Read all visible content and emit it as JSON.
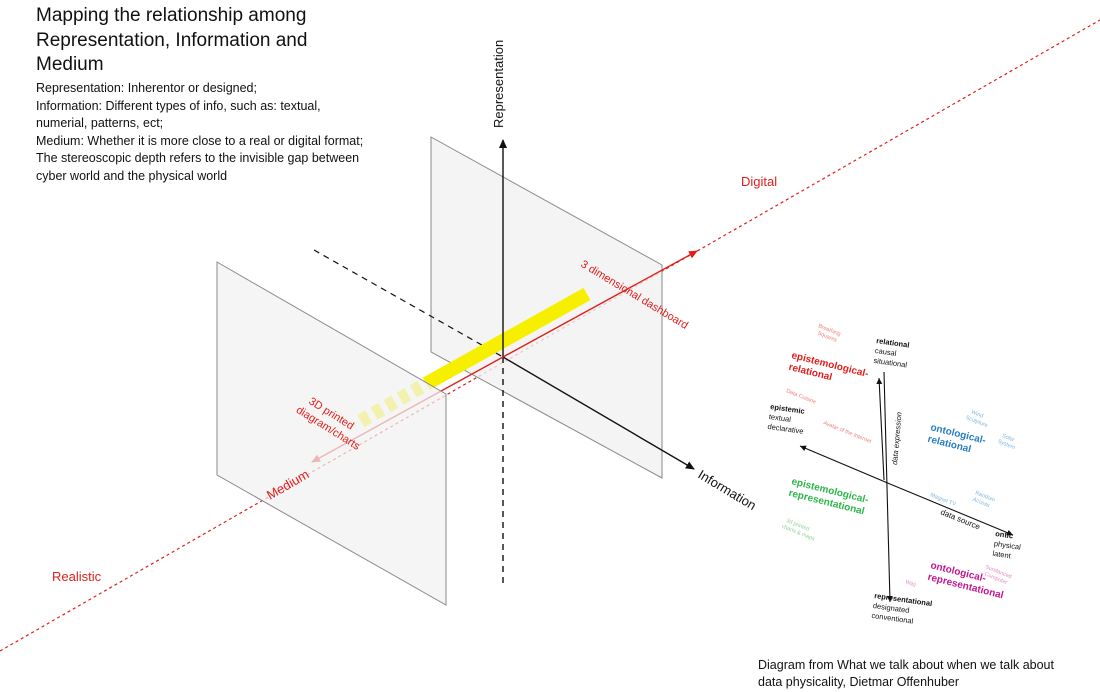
{
  "title": "Mapping the relationship among Representation, Information and Medium",
  "description": "Representation: Inherentor or designed;\nInformation: Different types of info, such as: textual, numerial, patterns, ect;\nMedium: Whether it is more close to a real or digital format; The stereoscopic depth refers to the invisible gap between cyber world and the physical world",
  "caption": "Diagram from What we talk about when we talk about data physicality, Dietmar Offenhuber",
  "axes": {
    "representation": "Representation",
    "information": "Information",
    "medium": "Medium",
    "digital": "Digital",
    "realistic": "Realistic"
  },
  "markers": {
    "dashboard": "3 dimensional dashboard",
    "printed_line1": "3D printed",
    "printed_line2": "diagram/charts"
  },
  "colors": {
    "red": "#e0201c",
    "yellow": "#f6f000",
    "plane_fill": "#f1f1f1",
    "plane_stroke": "#8a8a8a",
    "green": "#2db84a",
    "blue": "#2a7fc2",
    "magenta": "#c2188f"
  },
  "inset": {
    "vertical_axis": "data expression",
    "horizontal_axis": "data source",
    "top_label": {
      "title": "relational",
      "sub1": "causal",
      "sub2": "situational"
    },
    "bottom_label": {
      "title": "representational",
      "sub1": "designated",
      "sub2": "conventional"
    },
    "left_label": {
      "title": "epistemic",
      "sub1": "textual",
      "sub2": "declarative"
    },
    "right_label": {
      "title": "ontic",
      "sub1": "physical",
      "sub2": "latent"
    },
    "quadrants": {
      "epistemological_relational": [
        "epistemological-",
        "relational"
      ],
      "ontological_relational": [
        "ontological-",
        "relational"
      ],
      "epistemological_representational": [
        "epistemological-",
        "representational"
      ],
      "ontological_representational": [
        "ontological-",
        "representational"
      ]
    },
    "examples": {
      "breathing": [
        "Breathing",
        "Squares"
      ],
      "data_cuisine": "Data Cuisine",
      "avatar": "Avatar of the Internet",
      "wind": [
        "Wind",
        "Sculpture"
      ],
      "solar": [
        "Solar",
        "System"
      ],
      "magnet": "Magnet TV",
      "random": [
        "Random",
        "Access"
      ],
      "printed_charts": [
        "3d printed",
        "charts & maps"
      ],
      "sundanced": [
        "Sundanced",
        "Computer"
      ],
      "wild": "Wild"
    }
  }
}
